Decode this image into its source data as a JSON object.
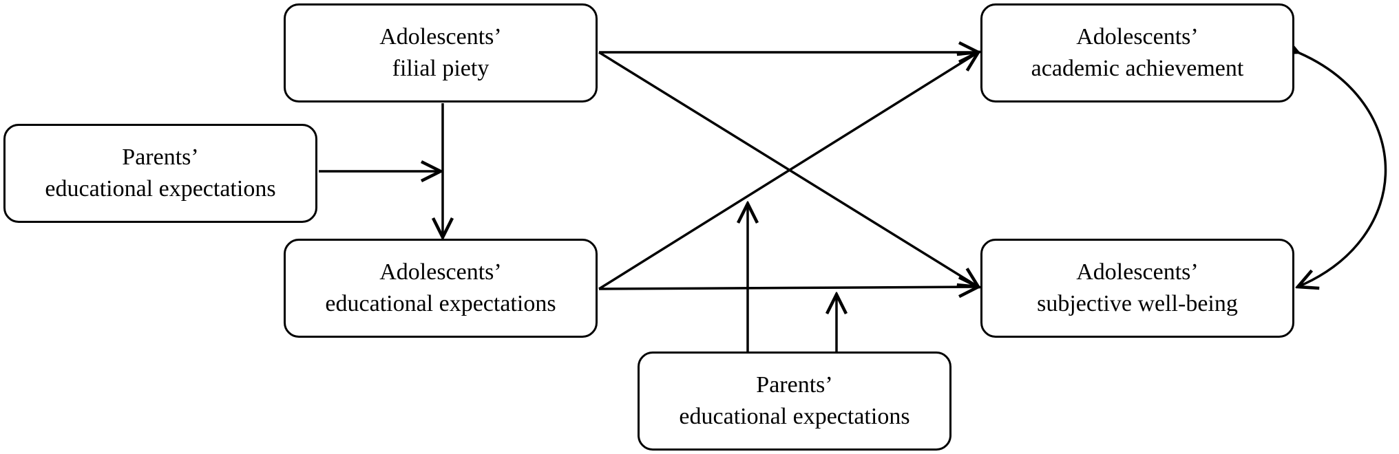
{
  "nodes": {
    "filial_piety": {
      "line1": "Adolescents’",
      "line2": "filial piety"
    },
    "parents_expectations_left": {
      "line1": "Parents’",
      "line2": "educational expectations"
    },
    "adolescents_expectations": {
      "line1": "Adolescents’",
      "line2": "educational expectations"
    },
    "academic_achievement": {
      "line1": "Adolescents’",
      "line2": "academic achievement"
    },
    "subjective_wellbeing": {
      "line1": "Adolescents’",
      "line2": "subjective well-being"
    },
    "parents_expectations_bottom": {
      "line1": "Parents’",
      "line2": "educational expectations"
    }
  },
  "colors": {
    "stroke": "#000000",
    "background": "#ffffff"
  },
  "edges": [
    {
      "from": "filial_piety",
      "to": "academic_achievement",
      "type": "direct"
    },
    {
      "from": "filial_piety",
      "to": "subjective_wellbeing",
      "type": "direct"
    },
    {
      "from": "filial_piety",
      "to": "adolescents_expectations",
      "type": "direct"
    },
    {
      "from": "adolescents_expectations",
      "to": "academic_achievement",
      "type": "direct"
    },
    {
      "from": "adolescents_expectations",
      "to": "subjective_wellbeing",
      "type": "direct"
    },
    {
      "from": "parents_expectations_left",
      "to": "filial_piety->adolescents_expectations",
      "type": "moderation"
    },
    {
      "from": "parents_expectations_bottom",
      "to": "adolescents_expectations->academic_achievement",
      "type": "moderation"
    },
    {
      "from": "parents_expectations_bottom",
      "to": "adolescents_expectations->subjective_wellbeing",
      "type": "moderation"
    },
    {
      "from": "academic_achievement",
      "to": "subjective_wellbeing",
      "type": "correlation"
    }
  ]
}
